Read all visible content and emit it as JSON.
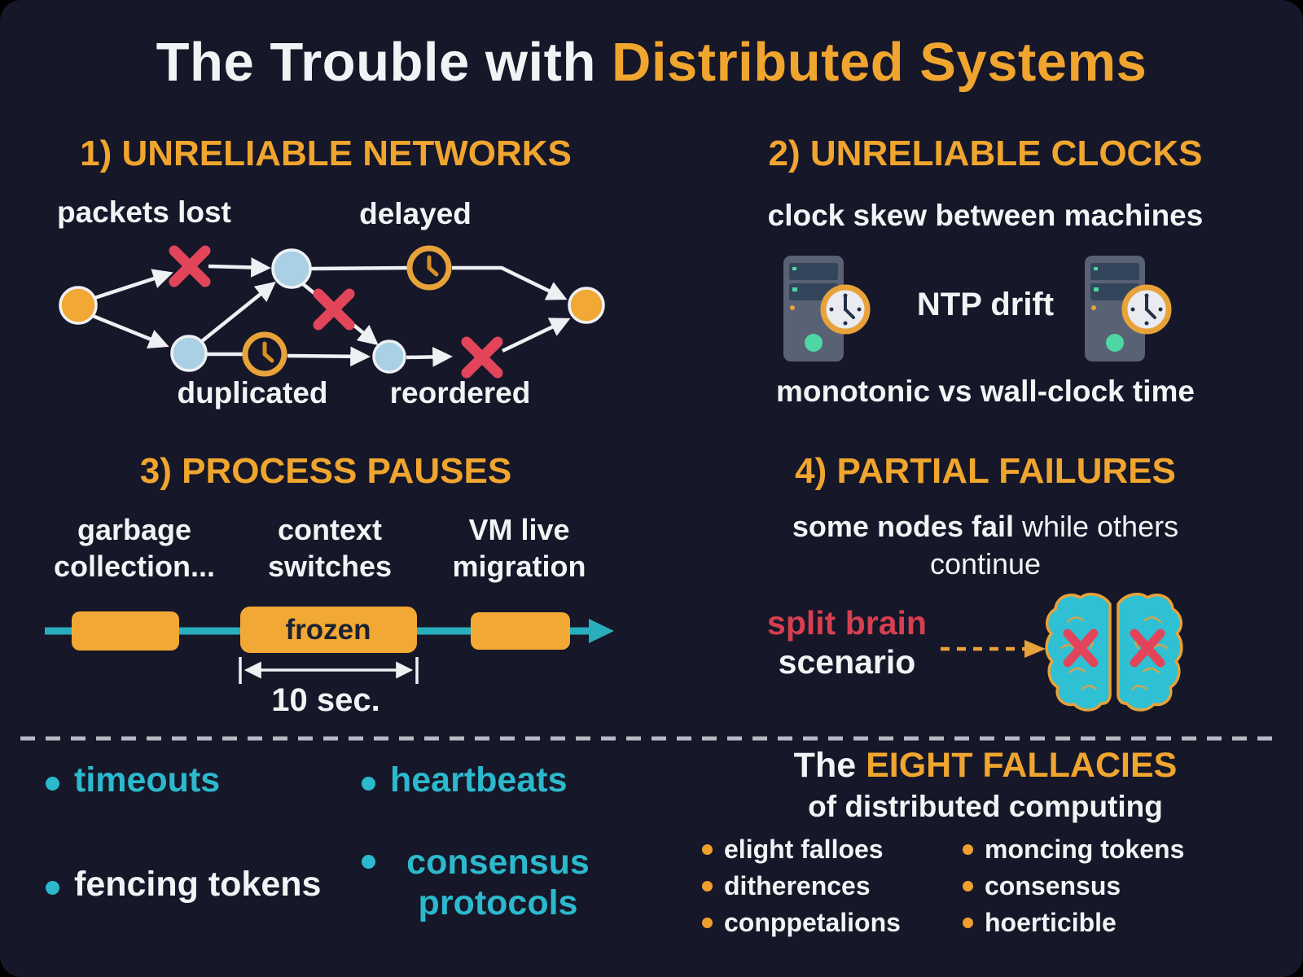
{
  "title": {
    "prefix": "The Trouble with ",
    "highlight": "Distributed Systems"
  },
  "sections": {
    "networks": {
      "heading": "1) UNRELIABLE NETWORKS",
      "label_packets_lost": "packets lost",
      "label_delayed": "delayed",
      "label_duplicated": "duplicated",
      "label_reordered": "reordered"
    },
    "clocks": {
      "heading": "2) UNRELIABLE CLOCKS",
      "subtitle": "clock skew between machines",
      "center_label": "NTP drift",
      "footer": "monotonic vs wall-clock time"
    },
    "pauses": {
      "heading": "3) PROCESS PAUSES",
      "causes": [
        "garbage collection...",
        "context switches",
        "VM live migration"
      ],
      "frozen_label": "frozen",
      "duration_label": "10 sec."
    },
    "partial": {
      "heading": "4) PARTIAL FAILURES",
      "desc_bold": "some nodes fail",
      "desc_rest": " while others",
      "desc_line2": "continue",
      "split_brain_line1": "split brain",
      "split_brain_line2": "scenario"
    }
  },
  "mitigations": [
    {
      "label": "timeouts"
    },
    {
      "label": "heartbeats"
    },
    {
      "label": "fencing tokens"
    },
    {
      "label": "consensus protocols"
    }
  ],
  "fallacies": {
    "heading_prefix": "The ",
    "heading_highlight": "EIGHT FALLACIES",
    "subheading": "of distributed computing",
    "items_col1": [
      "elight falloes",
      "ditherences",
      "conppetalions"
    ],
    "items_col2": [
      "moncing tokens",
      "consensus",
      "hoerticible"
    ]
  },
  "icons": {
    "packet_error": "x-mark-icon",
    "delay": "clock-icon",
    "machine": "server-icon",
    "split_brain": "brain-icon",
    "timeline": "arrow-right-icon"
  },
  "colors": {
    "background": "#161728",
    "accent_orange": "#f0a52f",
    "node_orange": "#f2a834",
    "node_blue": "#a9d0e4",
    "error_red": "#e2455a",
    "teal": "#2cb9cd",
    "timeline_teal": "#29aebe",
    "mint": "#4ed6a4",
    "white": "#f2f3f5"
  }
}
